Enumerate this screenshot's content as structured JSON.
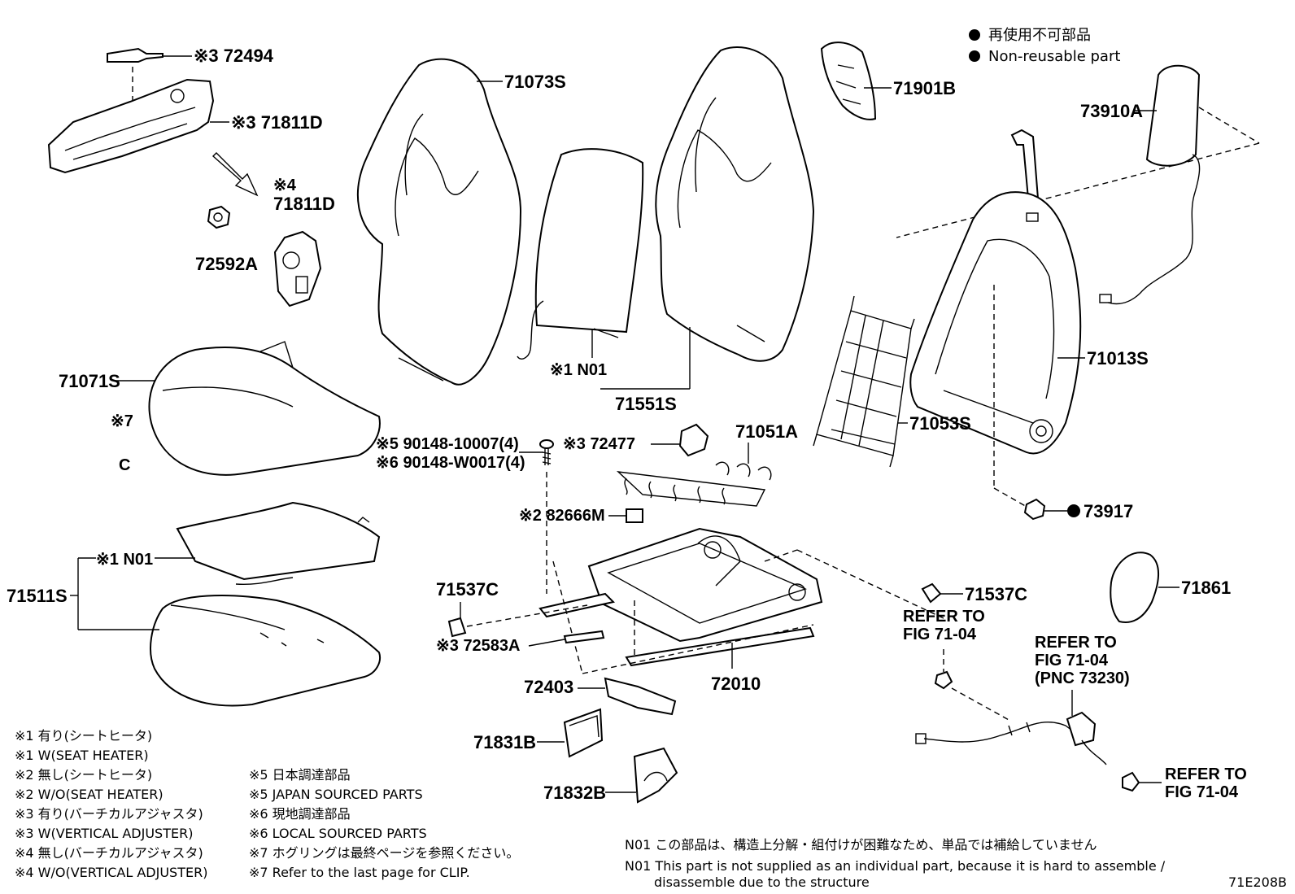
{
  "legend": {
    "line1": "再使用不可部品",
    "line2": "Non-reusable part"
  },
  "labels": {
    "p72494": "※3 72494",
    "p71811D_a": "※3 71811D",
    "p71811D_b_mark": "※4",
    "p71811D_b": "71811D",
    "p72592A": "72592A",
    "p71073S": "71073S",
    "p71901B": "71901B",
    "p73910A": "73910A",
    "p71013S": "71013S",
    "p71071S": "71071S",
    "p_mark7": "※7",
    "p_clip": "C",
    "pN01_top": "※1 N01",
    "p71551S": "71551S",
    "p71053S": "71053S",
    "p71051A": "71051A",
    "p72477": "※3 72477",
    "p90148_1": "※5 90148-10007(4)",
    "p90148_2": "※6 90148-W0017(4)",
    "p73917": "73917",
    "p82666M": "※2 82666M",
    "pN01_bottom": "※1 N01",
    "p71511S": "71511S",
    "p71537C_left": "71537C",
    "p71537C_right": "71537C",
    "refer1_a": "REFER TO",
    "refer1_b": "FIG 71-04",
    "p71861": "71861",
    "refer2_a": "REFER TO",
    "refer2_b": "FIG 71-04",
    "refer2_c": "(PNC 73230)",
    "p72583A": "※3 72583A",
    "p72010": "72010",
    "p72403": "72403",
    "p71831B": "71831B",
    "p71832B": "71832B",
    "refer3_a": "REFER TO",
    "refer3_b": "FIG 71-04"
  },
  "notes_left": [
    "※1 有り(シートヒータ)",
    "※1 W(SEAT HEATER)",
    "※2 無し(シートヒータ)",
    "※2 W/O(SEAT HEATER)",
    "※3 有り(バーチカルアジャスタ)",
    "※3 W(VERTICAL ADJUSTER)",
    "※4 無し(バーチカルアジャスタ)",
    "※4 W/O(VERTICAL ADJUSTER)"
  ],
  "notes_right": [
    "※5 日本調達部品",
    "※5 JAPAN SOURCED PARTS",
    "※6 現地調達部品",
    "※6 LOCAL SOURCED PARTS",
    "※7 ホグリングは最終ページを参照ください。",
    "※7 Refer to the last page for CLIP."
  ],
  "notes_n01": {
    "jp": "N01 この部品は、構造上分解・組付けが困難なため、単品では補給していません",
    "en1": "N01 This part is not supplied as an individual part, because it is hard to assemble /",
    "en2": "disassemble due to the structure"
  },
  "figure_id": "71E208B"
}
